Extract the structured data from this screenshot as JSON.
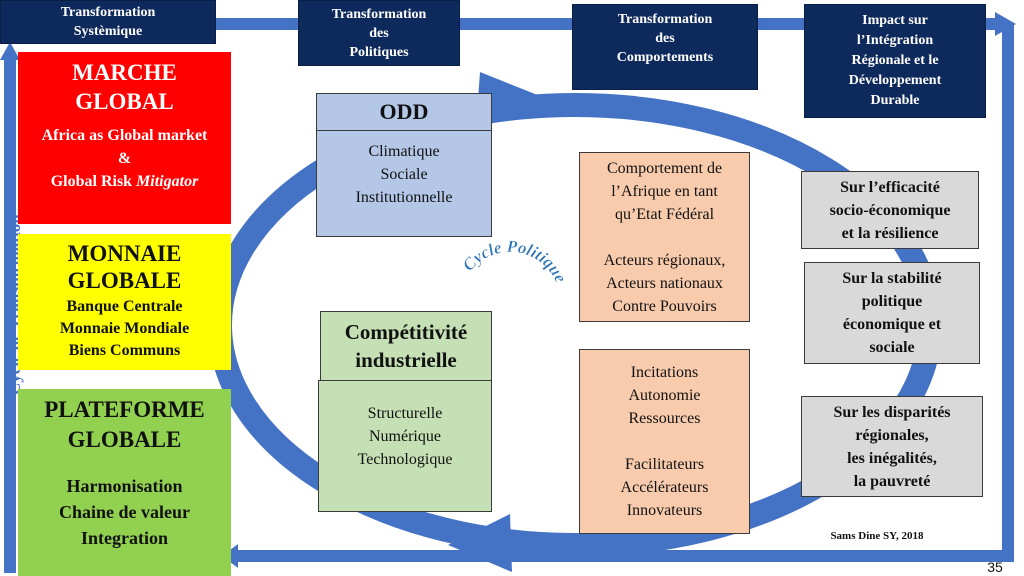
{
  "header_boxes": {
    "systemique": [
      "Transformation",
      "Systèmique"
    ],
    "politiques": [
      "Transformation",
      "des",
      "Politiques"
    ],
    "comportements": [
      "Transformation",
      "des",
      "Comportements"
    ],
    "impact": [
      "Impact sur",
      "l’Intégration",
      "Régionale et le",
      "Développement",
      "Durable"
    ]
  },
  "left_column": {
    "marche": {
      "title": [
        "MARCHE",
        "GLOBAL"
      ],
      "lines": [
        "Africa as Global market",
        "&"
      ],
      "risk_prefix": "Global Risk ",
      "risk_italic": "Mitigator"
    },
    "monnaie": {
      "title": [
        "MONNAIE",
        "GLOBALE"
      ],
      "lines": [
        "Banque Centrale",
        "Monnaie Mondiale",
        "Biens Communs"
      ]
    },
    "plateforme": {
      "title": [
        "PLATEFORME",
        "GLOBALE"
      ],
      "lines": [
        "Harmonisation",
        "Chaine de valeur",
        "Integration"
      ]
    }
  },
  "vertical_label": "Cycle de Transformation",
  "cycle_label": "Cycle Politique",
  "odd": {
    "title": "ODD",
    "items": [
      "Climatique",
      "Sociale",
      "Institutionnelle"
    ]
  },
  "competitivite": {
    "title": [
      "Compétitivité",
      "industrielle"
    ],
    "items": [
      "Structurelle",
      "Numérique",
      "Technologique"
    ]
  },
  "comportement_box": {
    "group1": [
      "Comportement de",
      "l’Afrique en tant",
      "qu’Etat Fédéral"
    ],
    "group2": [
      "Acteurs régionaux,",
      "Acteurs nationaux",
      "Contre Pouvoirs"
    ]
  },
  "incitations_box": {
    "group1": [
      "Incitations",
      "Autonomie",
      "Ressources"
    ],
    "group2": [
      "Facilitateurs",
      "Accélérateurs",
      "Innovateurs"
    ]
  },
  "impact_boxes": [
    [
      "Sur l’efficacité",
      "socio-économique",
      "et la résilience"
    ],
    [
      "Sur la stabilité",
      "politique",
      "économique et",
      "sociale"
    ],
    [
      "Sur les disparités",
      "régionales,",
      "les inégalités,",
      "la pauvreté"
    ]
  ],
  "credit": "Sams Dine SY, 2018",
  "page_number": "35",
  "colors": {
    "navy": "#0e2a5c",
    "arrow_blue": "#4472c4",
    "red": "#ff0000",
    "yellow": "#ffff00",
    "green": "#92d050",
    "light_blue": "#b4c7e7",
    "light_green": "#c5e0b4",
    "peach": "#f8cbad",
    "gray": "#d9d9d9"
  }
}
